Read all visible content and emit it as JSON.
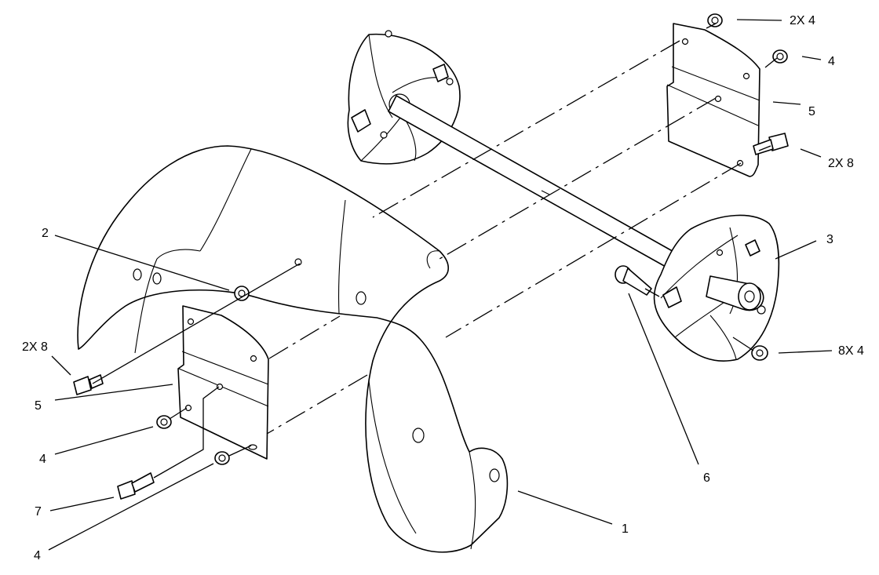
{
  "callouts": {
    "c1": "1",
    "c2": "2",
    "c3": "3",
    "c4_top_right": "4",
    "c4_left_upper": "4",
    "c4_left_lower": "4",
    "c5_right": "5",
    "c5_left": "5",
    "c6": "6",
    "c7": "7",
    "c_2x4": "2X 4",
    "c_2x8_right": "2X 8",
    "c_2x8_left": "2X 8",
    "c_8x4": "8X 4"
  }
}
